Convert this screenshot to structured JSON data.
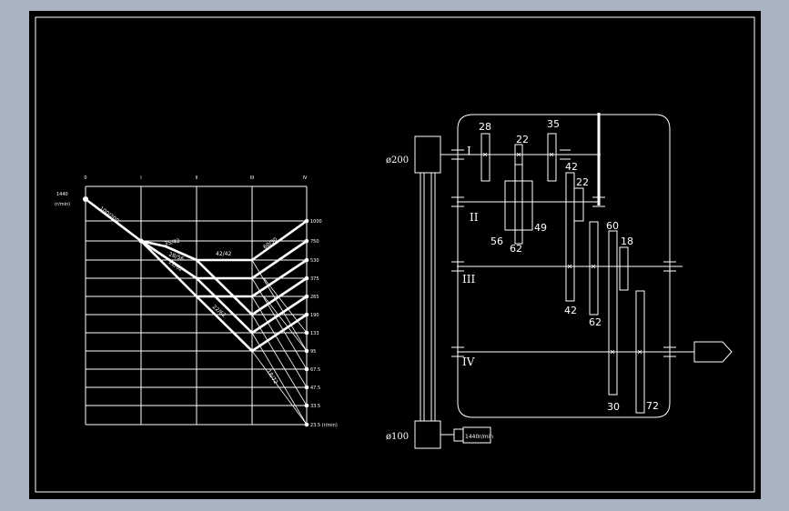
{
  "chart": {
    "shaft_headers": [
      "0",
      "I",
      "II",
      "III",
      "IV"
    ],
    "input_speed": "1440",
    "speed_unit": "(r/min)",
    "speed_labels": [
      "1000",
      "750",
      "530",
      "375",
      "265",
      "190",
      "133",
      "95",
      "67.5",
      "47.5",
      "33.5",
      "23.5 (r/min)"
    ],
    "ratio_labels": {
      "belt": "100/200",
      "r_35_42": "35/42",
      "r_28_56": "28/56",
      "r_22_62": "22/62",
      "r_42_42": "42/42",
      "r_60_30": "60/30",
      "r_22_62b": "22/62",
      "r_18_72": "18/72"
    }
  },
  "gearbox": {
    "pulley_top": "ø200",
    "pulley_bottom": "ø100",
    "motor_label": "1440r/min",
    "shafts": [
      "I",
      "II",
      "III",
      "IV"
    ],
    "gears": {
      "g28": "28",
      "g35": "35",
      "g22a": "22",
      "g42a": "42",
      "g22b": "22",
      "g56": "56",
      "g62a": "62",
      "g49": "49",
      "g60": "60",
      "g18": "18",
      "g42b": "42",
      "g62b": "62",
      "g30": "30",
      "g72": "72"
    }
  },
  "colors": {
    "background": "#000000",
    "lines": "#ffffff",
    "border": "#a9b3c2"
  }
}
